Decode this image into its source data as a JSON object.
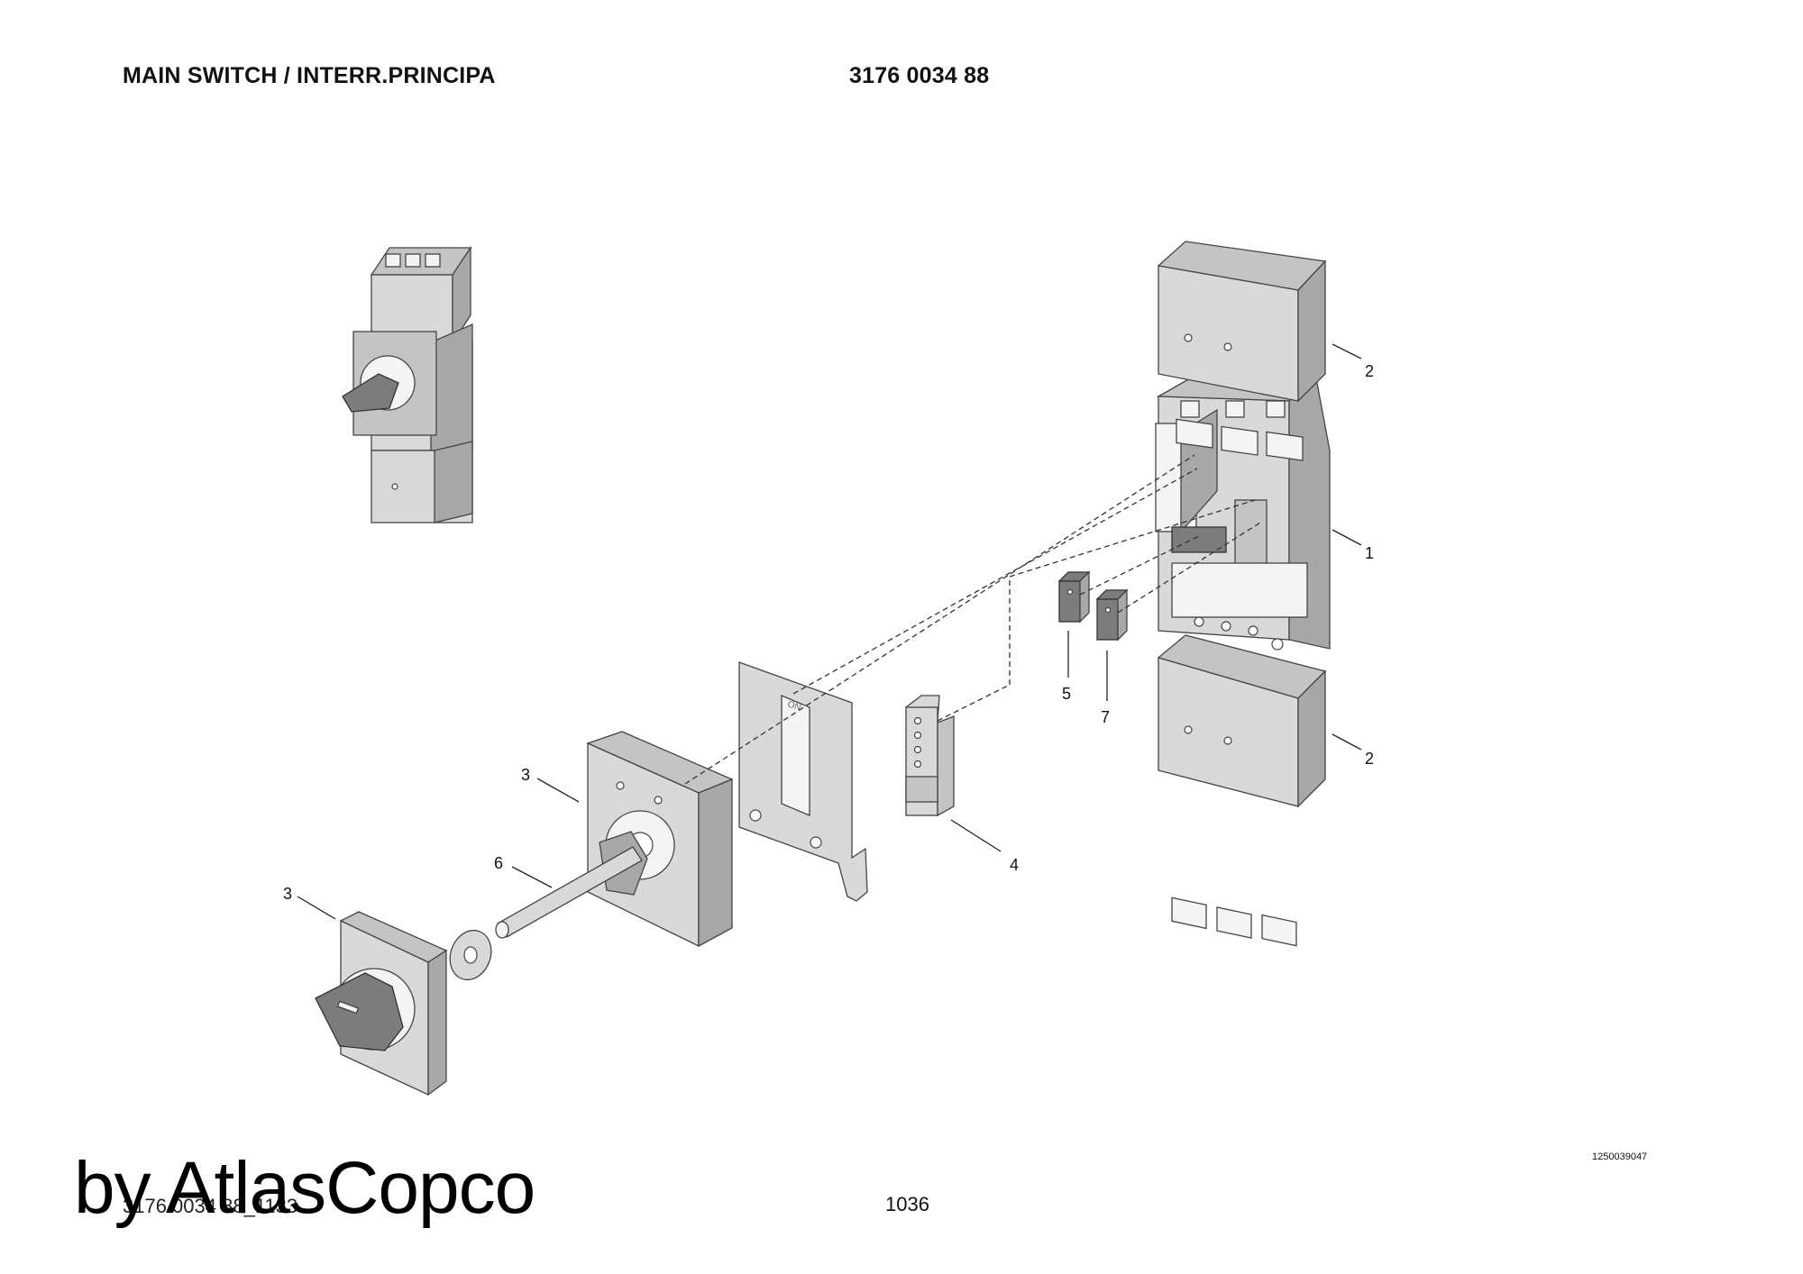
{
  "header": {
    "title": "MAIN SWITCH / INTERR.PRINCIPA",
    "part_number": "3176 0034 88"
  },
  "callouts": {
    "c1": "1",
    "c2a": "2",
    "c2b": "2",
    "c3a": "3",
    "c3b": "3",
    "c4": "4",
    "c5": "5",
    "c6": "6",
    "c7": "7"
  },
  "plate_marking": "ON",
  "footer": {
    "reference_code": "1250039047",
    "drawing_id": "3176 0034 88_1133",
    "page_number": "1036",
    "watermark": "by AtlasCopco"
  }
}
